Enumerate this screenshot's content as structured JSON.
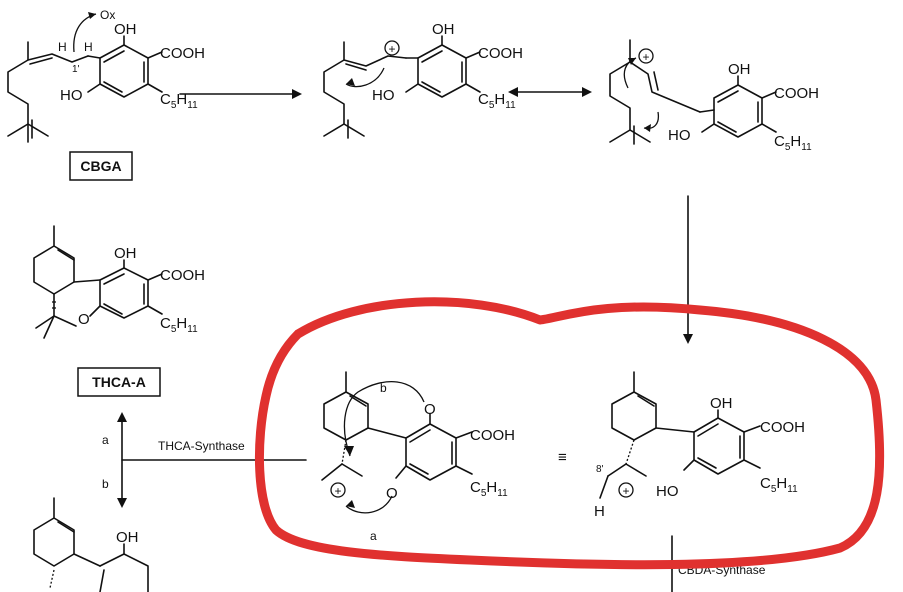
{
  "colors": {
    "ink": "#111111",
    "highlight": "#e0312f",
    "background": "#ffffff"
  },
  "labels": {
    "ox": "Ox",
    "h_left": "H",
    "h_right": "H",
    "pos_1prime": "1'",
    "oh": "OH",
    "ho": "HO",
    "cooh": "COOH",
    "c5h11": "C5H11",
    "c5": "C",
    "c5_sub_5": "5",
    "c5_h": "H",
    "c5_sub_11": "11",
    "o": "O",
    "h": "H",
    "pos_8prime": "8'",
    "plus": "+",
    "a": "a",
    "b": "b",
    "equiv": "≡"
  },
  "boxes": {
    "cbga": "CBGA",
    "thca_a": "THCA-A"
  },
  "enzymes": {
    "thca_synthase": "THCA-Synthase",
    "cbda_synthase": "CBDA-Synthase"
  }
}
